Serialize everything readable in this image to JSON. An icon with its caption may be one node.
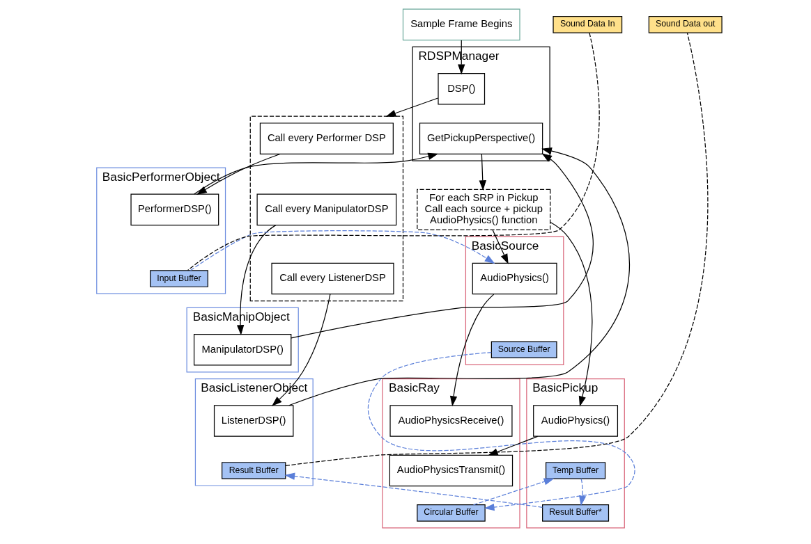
{
  "diagram": {
    "nodes": [
      {
        "text": [
          "Sample Frame Begins"
        ]
      },
      {
        "text": [
          "RDSPManager"
        ]
      },
      {
        "text": [
          "DSP()"
        ],
        "in": 1
      },
      {
        "text": [
          "GetPickupPerspective()"
        ],
        "in": 1
      },
      {
        "text": [],
        "shape": "box"
      },
      {
        "text": [
          "Call every Performer DSP"
        ],
        "in": 4
      },
      {
        "text": [
          "Call every ManipulatorDSP"
        ],
        "in": 4
      },
      {
        "text": [
          "Call every ListenerDSP"
        ],
        "in": 4
      },
      {
        "text": [
          "For each SRP in Pickup Call each source + pickup AudioPhysics() function"
        ]
      },
      {
        "text": [
          "BasicSource"
        ]
      },
      {
        "text": [
          "AudioPhysics()"
        ],
        "in": 9
      },
      {
        "text": [
          "Source Buffer"
        ],
        "in": 9
      },
      {
        "text": [
          "BasicRay"
        ]
      },
      {
        "text": [
          "AudioPhysicsReceive()"
        ],
        "in": 12
      },
      {
        "text": [
          "AudioPhysicsTransmit()"
        ],
        "in": 12
      },
      {
        "text": [
          "Circular Buffer"
        ],
        "in": 12
      },
      {
        "text": [
          "BasicPickup"
        ]
      },
      {
        "text": [
          "AudioPhysics()"
        ],
        "in": 16
      },
      {
        "text": [
          "Temp Buffer"
        ],
        "in": 16
      },
      {
        "text": [
          "Result Buffer*"
        ],
        "in": 16
      },
      {
        "text": [
          "BasicPerformerObject"
        ]
      },
      {
        "text": [
          "PerformerDSP()"
        ],
        "in": 20
      },
      {
        "text": [
          "Input Buffer"
        ],
        "in": 20
      },
      {
        "text": [
          "BasicManipObject"
        ]
      },
      {
        "text": [
          "ManipulatorDSP()"
        ],
        "in": 23
      },
      {
        "text": [
          "BasicListenerObject"
        ]
      },
      {
        "text": [
          "ListenerDSP()"
        ],
        "in": 25
      },
      {
        "text": [
          "Result Buffer"
        ],
        "in": 25
      },
      {
        "text": [
          "Sound Data In"
        ]
      },
      {
        "text": [
          "Sound Data out"
        ]
      }
    ],
    "edges": [
      {
        "from": 0,
        "to": 2,
        "arrow": "to"
      },
      {
        "from": 2,
        "to": 4,
        "arrow": "to"
      },
      {
        "from": 3,
        "to": 8,
        "arrow": "to"
      },
      {
        "from": 8,
        "to": 10,
        "arrow": "to"
      },
      {
        "from": 8,
        "to": 17,
        "arrow": "to"
      },
      {
        "from": 10,
        "to": 13,
        "arrow": "to"
      },
      {
        "from": 17,
        "to": 14,
        "arrow": "to"
      },
      {
        "from": 21,
        "to": 3,
        "arrow": "to"
      },
      {
        "from": 24,
        "to": 3,
        "arrow": "to"
      },
      {
        "from": 26,
        "to": 3,
        "arrow": "to"
      },
      {
        "from": 5,
        "to": 21,
        "arrow": "to"
      },
      {
        "from": 6,
        "to": 24,
        "arrow": "to"
      },
      {
        "from": 7,
        "to": 26,
        "arrow": "to"
      },
      {
        "from": 28,
        "to": 22,
        "arrow": "none",
        "style": "dashed"
      },
      {
        "from": 27,
        "to": 29,
        "arrow": "none",
        "style": "dashed"
      },
      {
        "from": 22,
        "to": 10,
        "arrow": "to",
        "style": "dashed",
        "color": "#5b7fd9"
      },
      {
        "from": 11,
        "to": 15,
        "arrow": "to",
        "style": "dashed",
        "color": "#5b7fd9"
      },
      {
        "from": 15,
        "to": 18,
        "arrow": "to",
        "style": "dashed",
        "color": "#5b7fd9"
      },
      {
        "from": 18,
        "to": 19,
        "arrow": "to",
        "style": "dashed",
        "color": "#5b7fd9"
      },
      {
        "from": 19,
        "to": 27,
        "arrow": "to",
        "style": "dashed",
        "color": "#5b7fd9"
      }
    ]
  }
}
